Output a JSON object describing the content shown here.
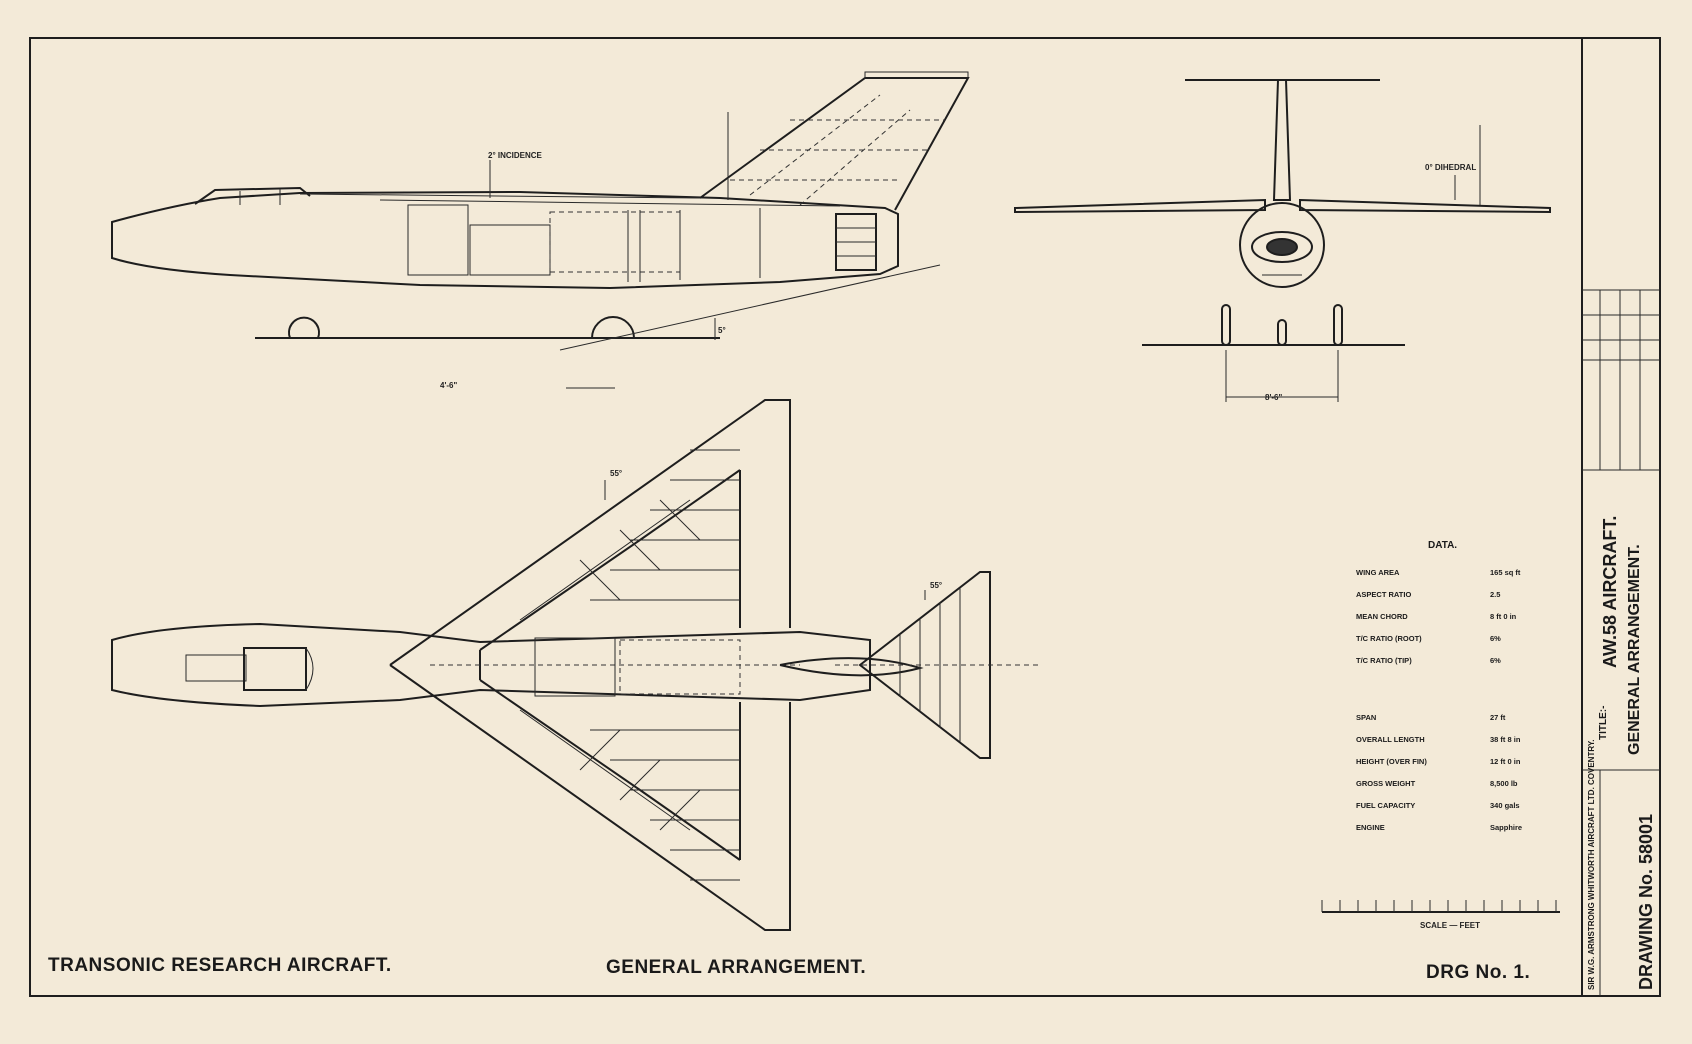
{
  "sheet": {
    "footer_left": "TRANSONIC RESEARCH AIRCRAFT.",
    "footer_center": "GENERAL ARRANGEMENT.",
    "footer_right": "DRG No. 1."
  },
  "title_block": {
    "title_label": "TITLE:-",
    "aircraft": "AW.58 AIRCRAFT.",
    "subject": "GENERAL ARRANGEMENT.",
    "company": "SIR W.G. ARMSTRONG WHITWORTH AIRCRAFT LTD. COVENTRY.",
    "drawing_number": "DRAWING No. 58001"
  },
  "side_view": {
    "dihedral_note": "2° INCIDENCE",
    "ground_angle": "5°",
    "dimension": "4'-6\""
  },
  "front_view": {
    "dihedral_note": "0° DIHEDRAL",
    "track_dimension": "8'-6\""
  },
  "plan_view": {
    "wing_sweep": "55°",
    "tail_sweep": "55°"
  },
  "data_table": {
    "title": "DATA.",
    "rows_a": [
      {
        "label": "WING AREA",
        "value": "165 sq ft"
      },
      {
        "label": "ASPECT RATIO",
        "value": "2.5"
      },
      {
        "label": "MEAN CHORD",
        "value": "8 ft 0 in"
      },
      {
        "label": "T/C RATIO (ROOT)",
        "value": "6%"
      },
      {
        "label": "T/C RATIO (TIP)",
        "value": "6%"
      }
    ],
    "rows_b": [
      {
        "label": "SPAN",
        "value": "27 ft"
      },
      {
        "label": "OVERALL LENGTH",
        "value": "38 ft 8 in"
      },
      {
        "label": "HEIGHT (OVER FIN)",
        "value": "12 ft 0 in"
      },
      {
        "label": "GROSS WEIGHT",
        "value": "8,500 lb"
      },
      {
        "label": "FUEL CAPACITY",
        "value": "340 gals"
      },
      {
        "label": "ENGINE",
        "value": "Sapphire"
      }
    ]
  },
  "scale_bar": {
    "caption": "SCALE — FEET"
  }
}
